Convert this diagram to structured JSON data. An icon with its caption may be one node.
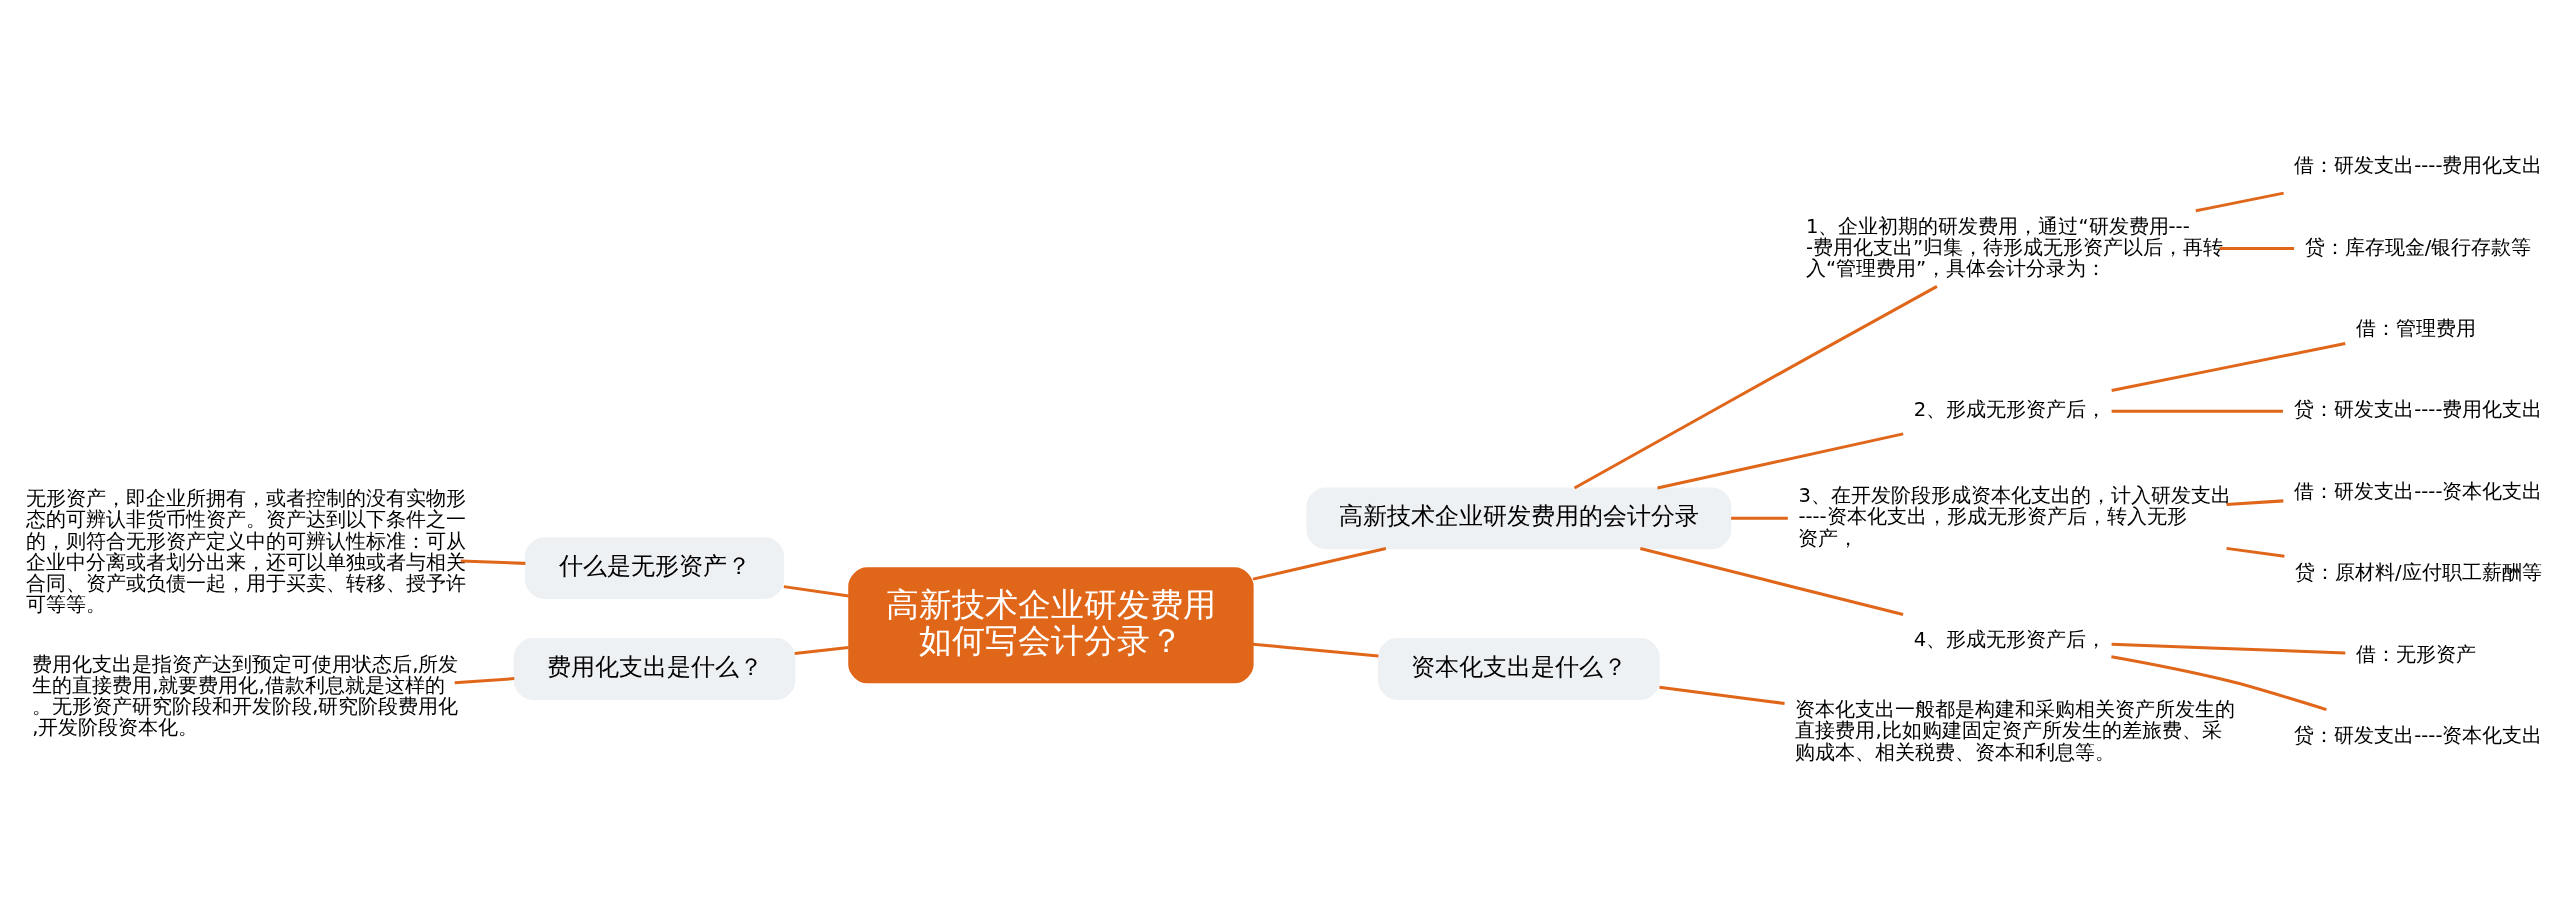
{
  "diagram": {
    "nodes": [
      {
        "text": [
          "高新技术企业研发费用如何写会计分录？"
        ]
      },
      {
        "text": [
          "高新技术企业研发费用的会计分录"
        ]
      },
      {
        "text": [
          "1、企业初期的研发费用，通过“研发费用----费用化支出”归集，待形成无形资产以后，再转入“管理费用”，具体会计分录为："
        ]
      },
      {
        "text": [
          "借：研发支出----费用化支出"
        ]
      },
      {
        "text": [
          "贷：库存现金/银行存款等"
        ]
      },
      {
        "text": [
          "2、形成无形资产后，"
        ]
      },
      {
        "text": [
          "借：管理费用"
        ]
      },
      {
        "text": [
          "贷：研发支出----费用化支出"
        ]
      },
      {
        "text": [
          "3、在开发阶段形成资本化支出的，计入研发支出----资本化支出，形成无形资产后，转入无形资产，"
        ]
      },
      {
        "text": [
          "借：研发支出----资本化支出"
        ]
      },
      {
        "text": [
          "贷：原材料/应付职工薪酬等"
        ]
      },
      {
        "text": [
          "4、形成无形资产后，"
        ]
      },
      {
        "text": [
          "借：无形资产"
        ]
      },
      {
        "text": [
          "贷：研发支出----资本化支出"
        ]
      },
      {
        "text": [
          "资本化支出是什么？"
        ]
      },
      {
        "text": [
          "资本化支出一般都是构建和采购相关资产所发生的直接费用,比如购建固定资产所发生的差旅费、采购成本、相关税费、资本和利息等。"
        ]
      },
      {
        "text": [
          "什么是无形资产？"
        ]
      },
      {
        "text": [
          "无形资产，即企业所拥有，或者控制的没有实物形态的可辨认非货币性资产。资产达到以下条件之一的，则符合无形资产定义中的可辨认性标准：可从企业中分离或者划分出来，还可以单独或者与相关合同、资产或负债一起，用于买卖、转移、授予许可等等。"
        ]
      },
      {
        "text": [
          "费用化支出是什么？"
        ]
      },
      {
        "text": [
          "费用化支出是指资产达到预定可使用状态后,所发生的直接费用,就要费用化,借款利息就是这样的。无形资产研究阶段和开发阶段,研究阶段费用化,开发阶段资本化。"
        ]
      }
    ],
    "edges": [
      {
        "from": 0,
        "to": 1,
        "arrow": "none"
      },
      {
        "from": 1,
        "to": 2,
        "arrow": "none"
      },
      {
        "from": 2,
        "to": 3,
        "arrow": "none"
      },
      {
        "from": 2,
        "to": 4,
        "arrow": "none"
      },
      {
        "from": 1,
        "to": 5,
        "arrow": "none"
      },
      {
        "from": 5,
        "to": 6,
        "arrow": "none"
      },
      {
        "from": 5,
        "to": 7,
        "arrow": "none"
      },
      {
        "from": 1,
        "to": 8,
        "arrow": "none"
      },
      {
        "from": 8,
        "to": 9,
        "arrow": "none"
      },
      {
        "from": 8,
        "to": 10,
        "arrow": "none"
      },
      {
        "from": 1,
        "to": 11,
        "arrow": "none"
      },
      {
        "from": 11,
        "to": 12,
        "arrow": "none"
      },
      {
        "from": 11,
        "to": 13,
        "arrow": "none"
      },
      {
        "from": 0,
        "to": 14,
        "arrow": "none"
      },
      {
        "from": 14,
        "to": 15,
        "arrow": "none"
      },
      {
        "from": 0,
        "to": 16,
        "arrow": "none"
      },
      {
        "from": 16,
        "to": 17,
        "arrow": "none"
      },
      {
        "from": 0,
        "to": 18,
        "arrow": "none"
      },
      {
        "from": 18,
        "to": 19,
        "arrow": "none"
      }
    ]
  }
}
